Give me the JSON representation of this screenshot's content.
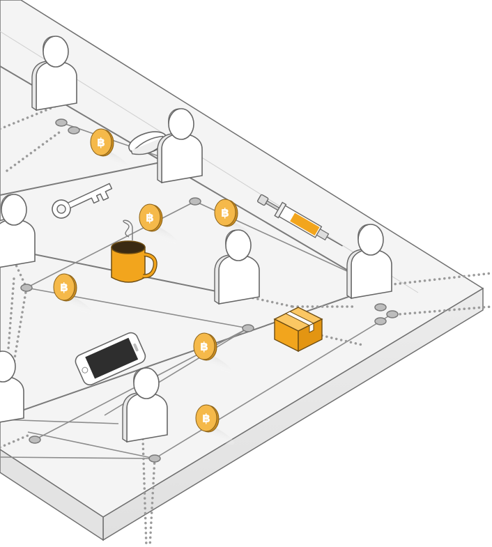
{
  "diagram": {
    "nodes": {
      "people": [
        "person",
        "person",
        "person",
        "person",
        "person",
        "person",
        "person"
      ],
      "coins": [
        {
          "glyph": "฿"
        },
        {
          "glyph": "฿"
        },
        {
          "glyph": "฿"
        },
        {
          "glyph": "฿"
        },
        {
          "glyph": "฿"
        },
        {
          "glyph": "฿"
        }
      ],
      "items": [
        "pill",
        "key",
        "coffee-mug",
        "syringe",
        "package",
        "smartphone"
      ]
    },
    "colors": {
      "background": "#ffffff",
      "platform_top": "#f4f4f4",
      "platform_side": "#e7e7e7",
      "edge": "#6f6f6f",
      "wire": "#8c8c8c",
      "coin": "#f5b94a",
      "coin_light": "#fbd58a",
      "accent": "#f2a51d",
      "figure_fill": "#ffffff",
      "figure_stroke": "#666666",
      "dots": "#9a9a9a"
    }
  }
}
